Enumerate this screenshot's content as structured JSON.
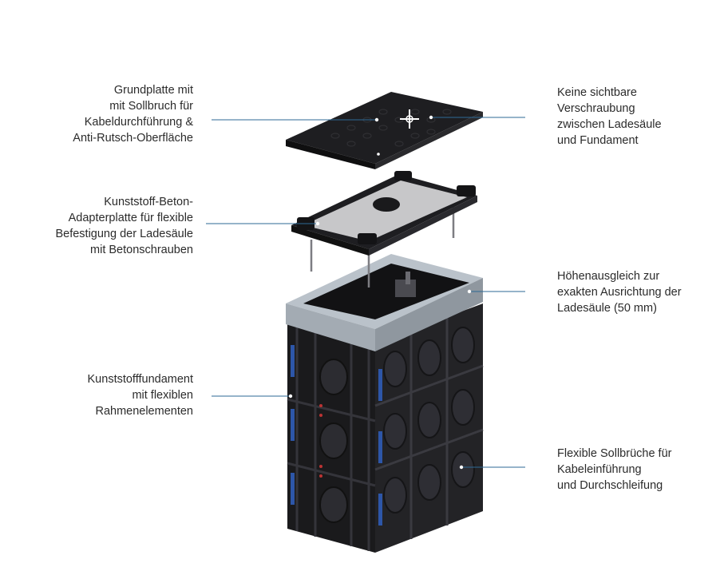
{
  "colors": {
    "leader": "#2e6a96",
    "text": "#2b2b2b",
    "body": "#1c1c1e",
    "frame": "#a9b1b9",
    "accent_blue": "#2d56a8"
  },
  "labels": {
    "baseplate": [
      "Grundplatte mit",
      "mit Sollbruch für",
      "Kabeldurchführung &",
      "Anti-Rutsch-Oberfläche"
    ],
    "adapter": [
      "Kunststoff-Beton-",
      "Adapterplatte für flexible",
      "Befestigung der Ladesäule",
      "mit Betonschrauben"
    ],
    "foundation": [
      "Kunststofffundament",
      "mit flexiblen",
      "Rahmenelementen"
    ],
    "no_screws": [
      "Keine sichtbare",
      "Verschraubung",
      "zwischen Ladesäule",
      "und Fundament"
    ],
    "height": [
      "Höhenausgleich zur",
      "exakten Ausrichtung der",
      "Ladesäule (50 mm)"
    ],
    "breakouts": [
      "Flexible Sollbrüche für",
      "Kabeleinführung",
      "und Durchschleifung"
    ]
  },
  "icons": {
    "crosshair": "crosshair-icon"
  }
}
